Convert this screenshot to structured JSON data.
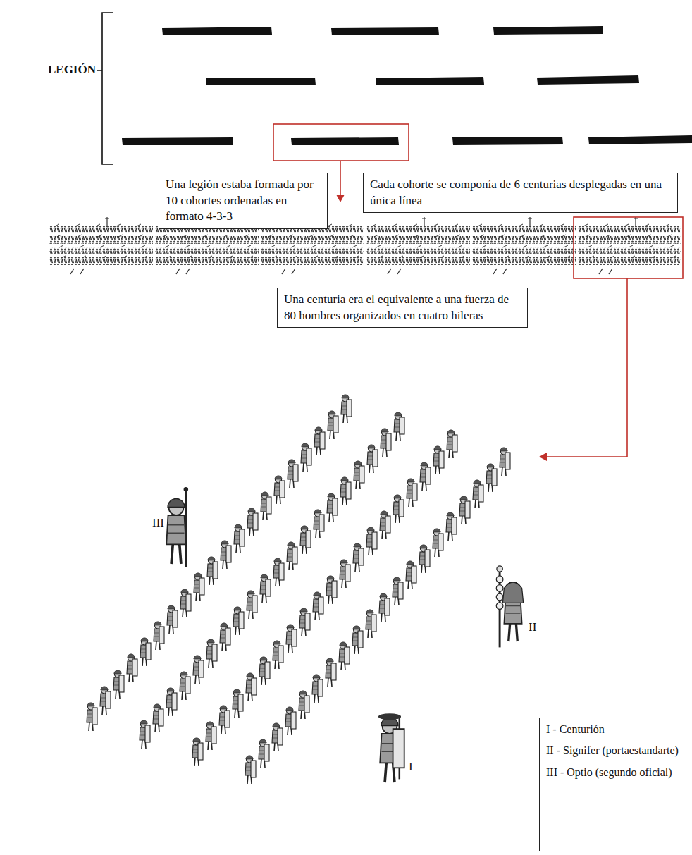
{
  "diagram": {
    "nodes": [
      {
        "text": [
          "Una legión estaba formada por 10 cohortes ordenadas en formato 4-3-3"
        ]
      },
      {
        "text": [
          "Cada cohorte se componía de 6 centurias desplegadas en una única línea"
        ]
      },
      {
        "text": [
          "Una centuria era el equivalente a una fuerza de 80 hombres organizados en cuatro hileras"
        ]
      },
      {
        "text": [
          "I - Centurión",
          "II - Signifer (portaestandarte)",
          "III - Optio (segundo oficial)"
        ]
      }
    ],
    "labels": [
      "LEGIÓN",
      "III",
      "II",
      "I"
    ]
  }
}
